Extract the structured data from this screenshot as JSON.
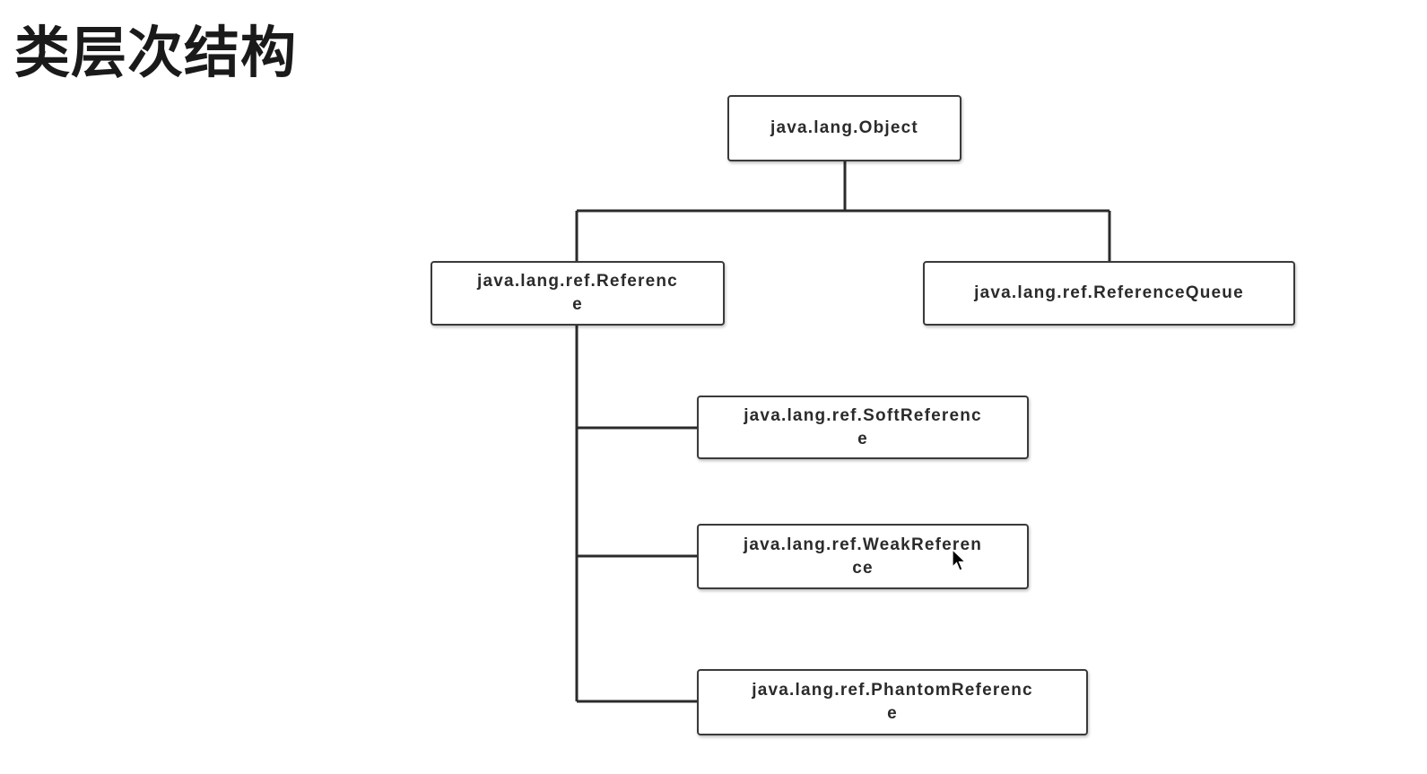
{
  "title": "类层次结构",
  "nodes": {
    "object": "java.lang.Object",
    "reference": "java.lang.ref.Referenc\ne",
    "reference_queue": "java.lang.ref.ReferenceQueue",
    "soft_reference": "java.lang.ref.SoftReferenc\ne",
    "weak_reference": "java.lang.ref.WeakReferen\nce",
    "phantom_reference": "java.lang.ref.PhantomReferenc\ne"
  },
  "colors": {
    "border": "#3a3a3a",
    "line": "#2b2b2b",
    "text": "#2b2b2b",
    "background": "#ffffff"
  },
  "icons": {
    "cursor": "mouse-pointer-icon"
  }
}
